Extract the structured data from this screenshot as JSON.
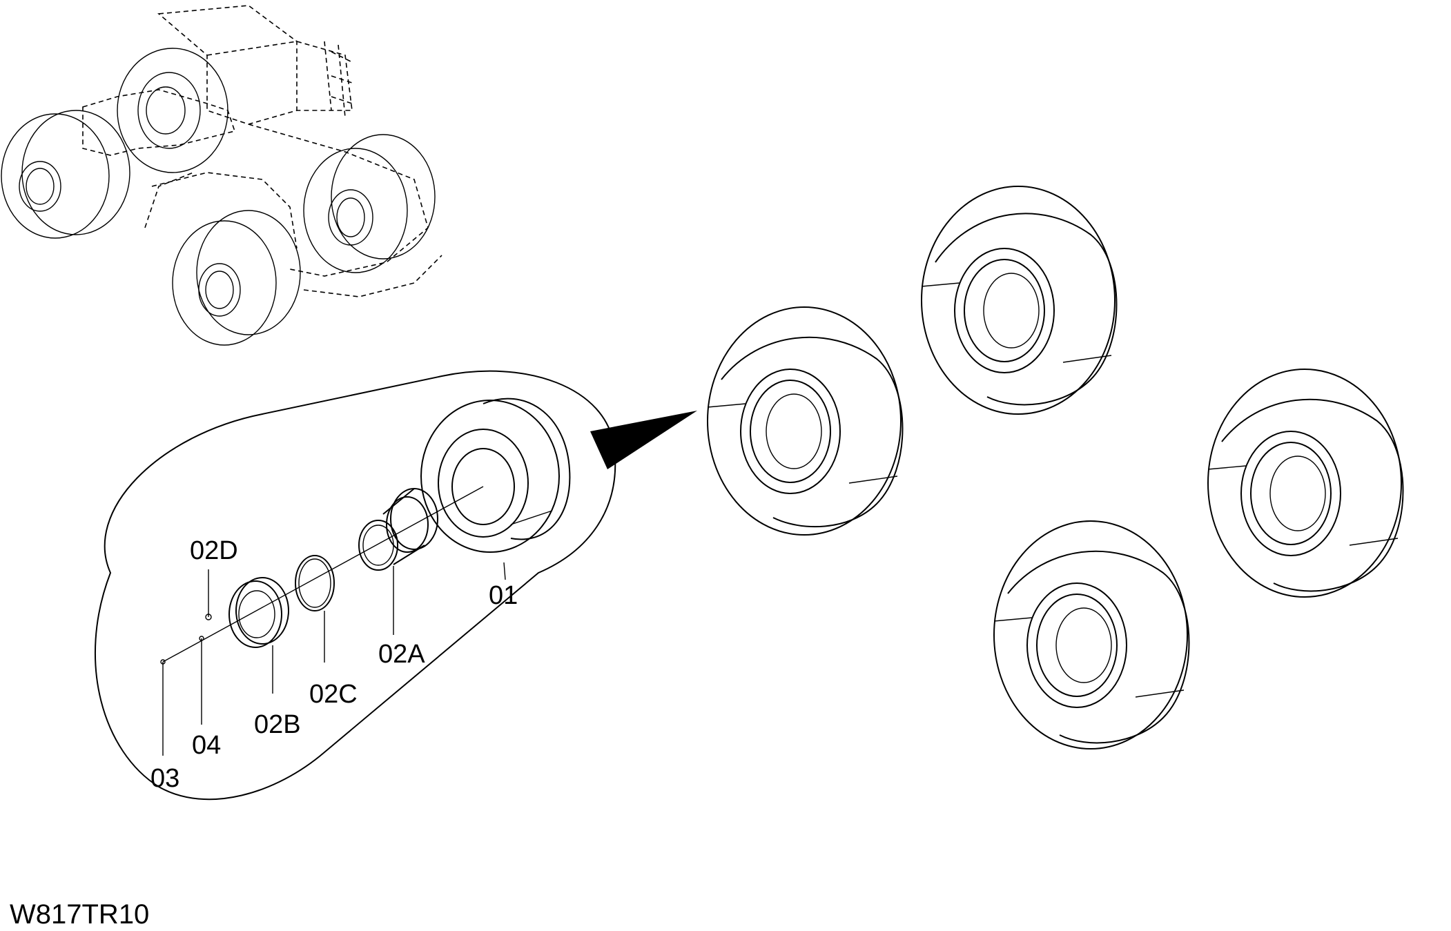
{
  "drawing_code": "W817TR10",
  "callouts": {
    "c01": "01",
    "c02a": "02A",
    "c02b": "02B",
    "c02c": "02C",
    "c02d": "02D",
    "c03": "03",
    "c04": "04"
  }
}
